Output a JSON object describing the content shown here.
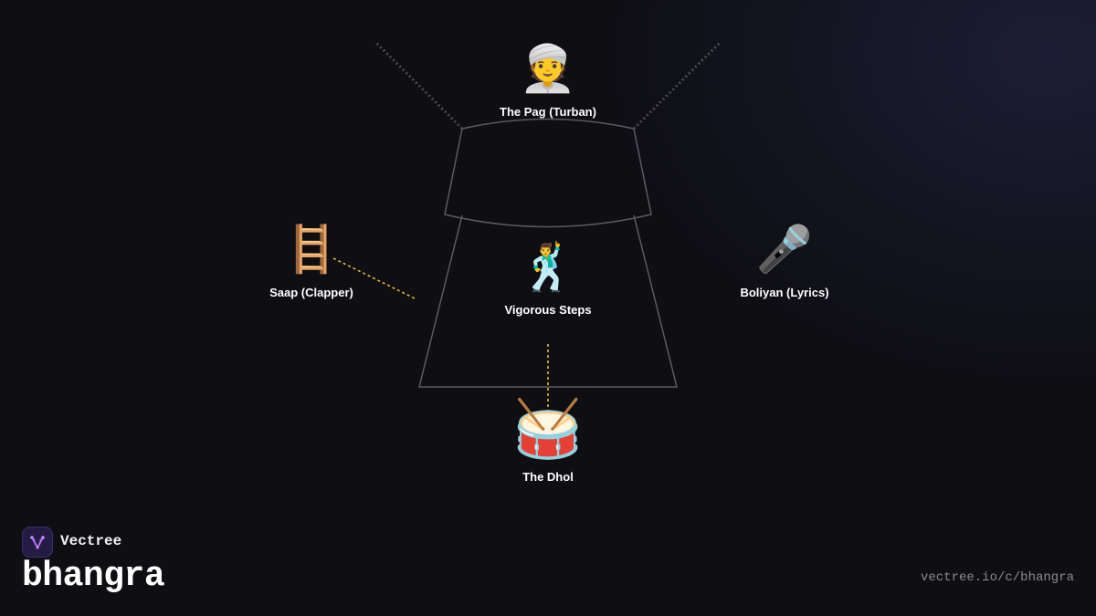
{
  "brand": {
    "name": "Vectree",
    "logo_icon": "vectree-logo-icon",
    "accent": "#b06cf0"
  },
  "page": {
    "title": "bhangra",
    "url": "vectree.io/c/bhangra"
  },
  "diagram": {
    "nodes": [
      {
        "id": "pag",
        "label": "The Pag (Turban)",
        "emoji": "👳",
        "icon": "turban-person-icon"
      },
      {
        "id": "steps",
        "label": "Vigorous Steps",
        "emoji": "🕺",
        "icon": "dancer-icon"
      },
      {
        "id": "saap",
        "label": "Saap (Clapper)",
        "emoji": "🪜",
        "icon": "ladder-icon"
      },
      {
        "id": "boliyan",
        "label": "Boliyan (Lyrics)",
        "emoji": "🎤",
        "icon": "microphone-icon"
      },
      {
        "id": "dhol",
        "label": "The Dhol",
        "emoji": "🥁",
        "icon": "drum-icon"
      }
    ],
    "colors": {
      "outline": "#5a5a60",
      "dotted_gray": "#4a4a50",
      "dotted_gold": "#e8b830",
      "label": "#ffffff",
      "background": "#0e0e13"
    }
  }
}
